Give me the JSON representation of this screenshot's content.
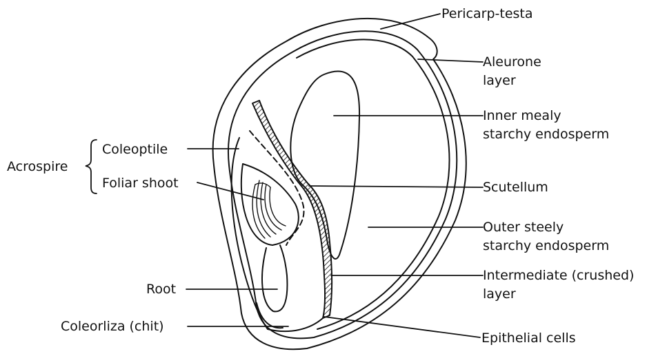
{
  "labels": {
    "pericarp_testa": "Pericarp-testa",
    "aleurone_line1": "Aleurone",
    "aleurone_line2": "layer",
    "inner_mealy_line1": "Inner mealy",
    "inner_mealy_line2": "starchy endosperm",
    "acrospire": "Acrospire",
    "coleoptile": "Coleoptile",
    "foliar_shoot": "Foliar shoot",
    "scutellum": "Scutellum",
    "outer_steely_line1": "Outer steely",
    "outer_steely_line2": "starchy endosperm",
    "root": "Root",
    "intermediate_line1": "Intermediate (crushed)",
    "intermediate_line2": "layer",
    "coleorliza": "Coleorliza (chit)",
    "epithelial": "Epithelial cells"
  }
}
